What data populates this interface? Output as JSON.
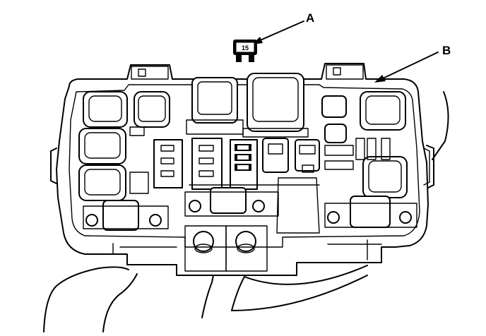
{
  "callouts": {
    "a": "A",
    "b": "B"
  },
  "fuse_label": "15",
  "colors": {
    "line": "#000000",
    "background": "#ffffff"
  }
}
